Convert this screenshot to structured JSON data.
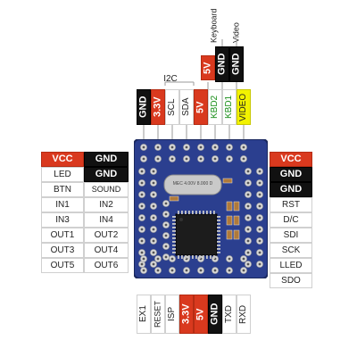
{
  "top": {
    "i2c_label": "I2C",
    "pins": [
      "GND",
      "3.3V",
      "SCL",
      "SDA",
      "5V",
      "KBD2",
      "KBD1",
      "VIDEO"
    ],
    "upper": [
      "5V",
      "GND",
      "GND"
    ],
    "keyboard_label": "Keyboard",
    "video_label": "Video"
  },
  "left": {
    "rows": [
      [
        "VCC",
        "GND"
      ],
      [
        "LED",
        "GND"
      ],
      [
        "BTN",
        "SOUND"
      ],
      [
        "IN1",
        "IN2"
      ],
      [
        "IN3",
        "IN4"
      ],
      [
        "OUT1",
        "OUT2"
      ],
      [
        "OUT3",
        "OUT4"
      ],
      [
        "OUT5",
        "OUT6"
      ]
    ]
  },
  "right": {
    "pins": [
      "VCC",
      "GND",
      "GND",
      "RST",
      "D/C",
      "SDI",
      "SCK",
      "LLED",
      "SDO"
    ]
  },
  "bottom": {
    "pins": [
      "EX1",
      "RESET",
      "ISP",
      "3.3V",
      "5V",
      "GND",
      "TXD",
      "RXD"
    ]
  },
  "board": {
    "crystal_text": "MEC 4.00V 8.000 D",
    "chip_text": ""
  },
  "colors": {
    "red": "#d9391e",
    "black": "#111111",
    "yellow": "#f2f200",
    "board_blue": "#2b3f8f",
    "chip": "#1c1c1c"
  }
}
